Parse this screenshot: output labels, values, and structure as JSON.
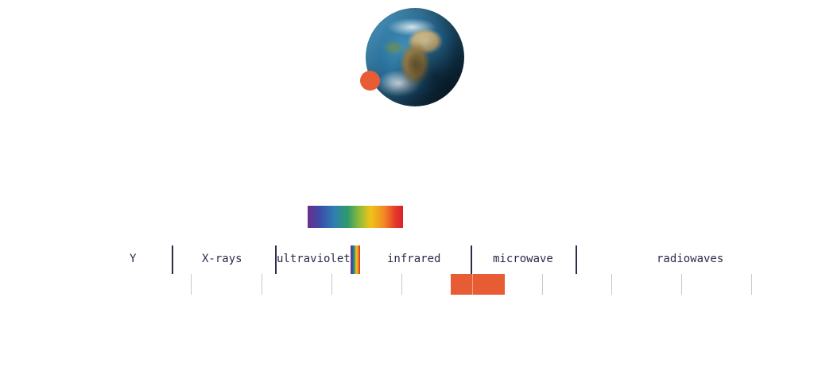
{
  "spectrum": {
    "bands": [
      {
        "key": "gamma",
        "label": "Y"
      },
      {
        "key": "xrays",
        "label": "X-rays"
      },
      {
        "key": "ultraviolet",
        "label": "ultraviolet"
      },
      {
        "key": "infrared",
        "label": "infrared"
      },
      {
        "key": "microwave",
        "label": "microwave"
      },
      {
        "key": "radiowaves",
        "label": "radiowaves"
      }
    ]
  },
  "colors": {
    "accent": "#e85c35",
    "text": "#2b2b4a",
    "tick": "#c8c8c8",
    "divider": "#2b2b4a"
  },
  "icons": {
    "earth": "earth-globe-icon",
    "moon": "orange-dot-icon"
  }
}
